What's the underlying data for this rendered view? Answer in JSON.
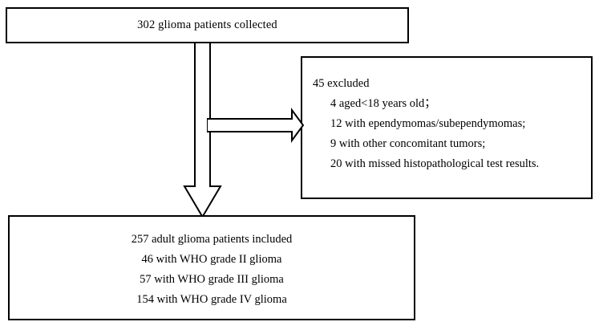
{
  "figure": {
    "type": "flowchart",
    "title": "Patient selection flow diagram",
    "stroke_color": "#000000",
    "fill_color": "#ffffff"
  },
  "top_box": {
    "text": "302 glioma patients collected"
  },
  "excluded_box": {
    "header": "45 excluded",
    "items": [
      "4 aged<18 years old；",
      "12 with ependymomas/subependymomas;",
      "9 with other concomitant tumors;",
      "20 with missed histopathological test results."
    ]
  },
  "included_box": {
    "lines": [
      "257 adult glioma patients included",
      "46 with WHO grade II glioma",
      "57 with WHO grade III glioma",
      "154 with WHO grade IV glioma"
    ]
  },
  "connectors": {
    "down_arrow": "block-arrow-down-icon",
    "right_arrow": "block-arrow-right-icon"
  },
  "chart_data": {
    "type": "flowchart",
    "title": "Glioma patient selection",
    "nodes": [
      {
        "id": "collected",
        "label": "302 glioma patients collected",
        "value": 302
      },
      {
        "id": "excluded",
        "label": "45 excluded",
        "value": 45
      },
      {
        "id": "included",
        "label": "257 adult glioma patients included",
        "value": 257
      }
    ],
    "exclusion_breakdown": [
      {
        "reason": "aged<18 years old",
        "count": 4
      },
      {
        "reason": "with ependymomas/subependymomas",
        "count": 12
      },
      {
        "reason": "with other concomitant tumors",
        "count": 9
      },
      {
        "reason": "with missed histopathological test results",
        "count": 20
      }
    ],
    "included_breakdown": [
      {
        "group": "WHO grade II glioma",
        "count": 46
      },
      {
        "group": "WHO grade III glioma",
        "count": 57
      },
      {
        "group": "WHO grade IV glioma",
        "count": 154
      }
    ],
    "edges": [
      {
        "from": "collected",
        "to": "excluded",
        "direction": "right"
      },
      {
        "from": "collected",
        "to": "included",
        "direction": "down"
      }
    ]
  }
}
